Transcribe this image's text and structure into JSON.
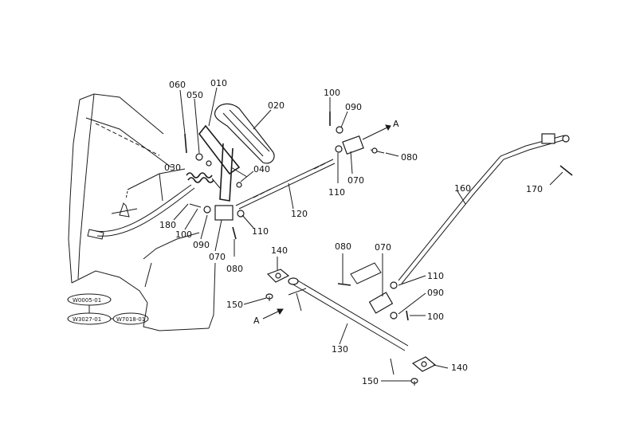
{
  "part_labels": {
    "p010": "010",
    "p020": "020",
    "p030": "030",
    "p040": "040",
    "p050": "050",
    "p060": "060",
    "p070_a": "070",
    "p070_b": "070",
    "p070_c": "070",
    "p080_a": "080",
    "p080_b": "080",
    "p080_c": "080",
    "p090_a": "090",
    "p090_b": "090",
    "p090_c": "090",
    "p100_a": "100",
    "p100_b": "100",
    "p100_c": "100",
    "p110_a": "110",
    "p110_b": "110",
    "p110_c": "110",
    "p120": "120",
    "p130": "130",
    "p140_a": "140",
    "p140_b": "140",
    "p150_a": "150",
    "p150_b": "150",
    "p160": "160",
    "p170": "170",
    "p180": "180",
    "arrow_a_top": "A",
    "arrow_a_bottom": "A"
  },
  "reference_tags": {
    "ref1": "W0005-01",
    "ref2": "W3027-01",
    "ref3": "W7018-01"
  }
}
